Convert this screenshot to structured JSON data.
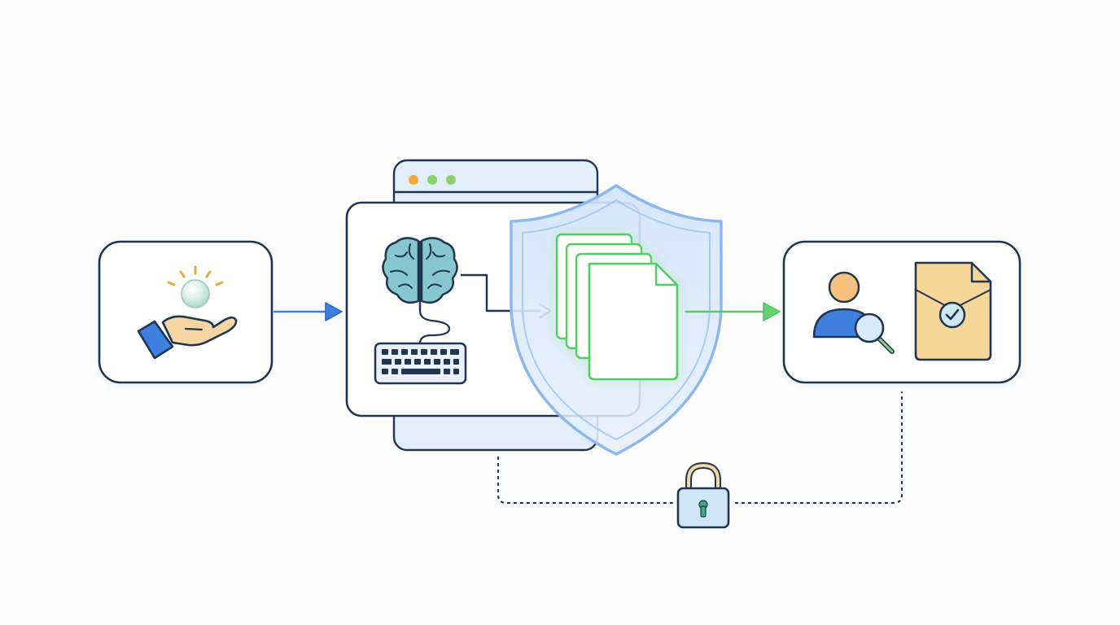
{
  "diagram": {
    "nodes": [
      {
        "id": "idea",
        "icons": [
          "hand-icon",
          "glowing-orb-icon",
          "light-rays-icon"
        ]
      },
      {
        "id": "workspace",
        "icons": [
          "window-dots-icon",
          "brain-icon",
          "keyboard-icon"
        ]
      },
      {
        "id": "protected-output",
        "icons": [
          "shield-icon",
          "document-stack-icon"
        ]
      },
      {
        "id": "review",
        "icons": [
          "person-icon",
          "magnifier-icon",
          "verified-document-icon"
        ]
      },
      {
        "id": "lock",
        "icons": [
          "padlock-icon"
        ]
      }
    ],
    "edges": [
      {
        "from": "idea",
        "to": "workspace",
        "style": "solid",
        "color": "#3f7fe0"
      },
      {
        "from": "brain",
        "to": "document-stack",
        "style": "solid",
        "color": "#1f3550"
      },
      {
        "from": "document-stack",
        "to": "review",
        "style": "solid",
        "color": "#5cc86a"
      },
      {
        "from": "workspace",
        "to": "review",
        "via": "lock",
        "style": "dotted",
        "color": "#1f3550"
      }
    ],
    "colors": {
      "outline": "#1f3550",
      "accent_blue": "#3f7fe0",
      "accent_green": "#4fcf63",
      "accent_orange": "#f0a83a",
      "brain_teal": "#86c6cf",
      "shield_fill": "#dbe9fb",
      "shield_stroke": "#8db8ee",
      "document_fill": "#f7d799"
    }
  }
}
